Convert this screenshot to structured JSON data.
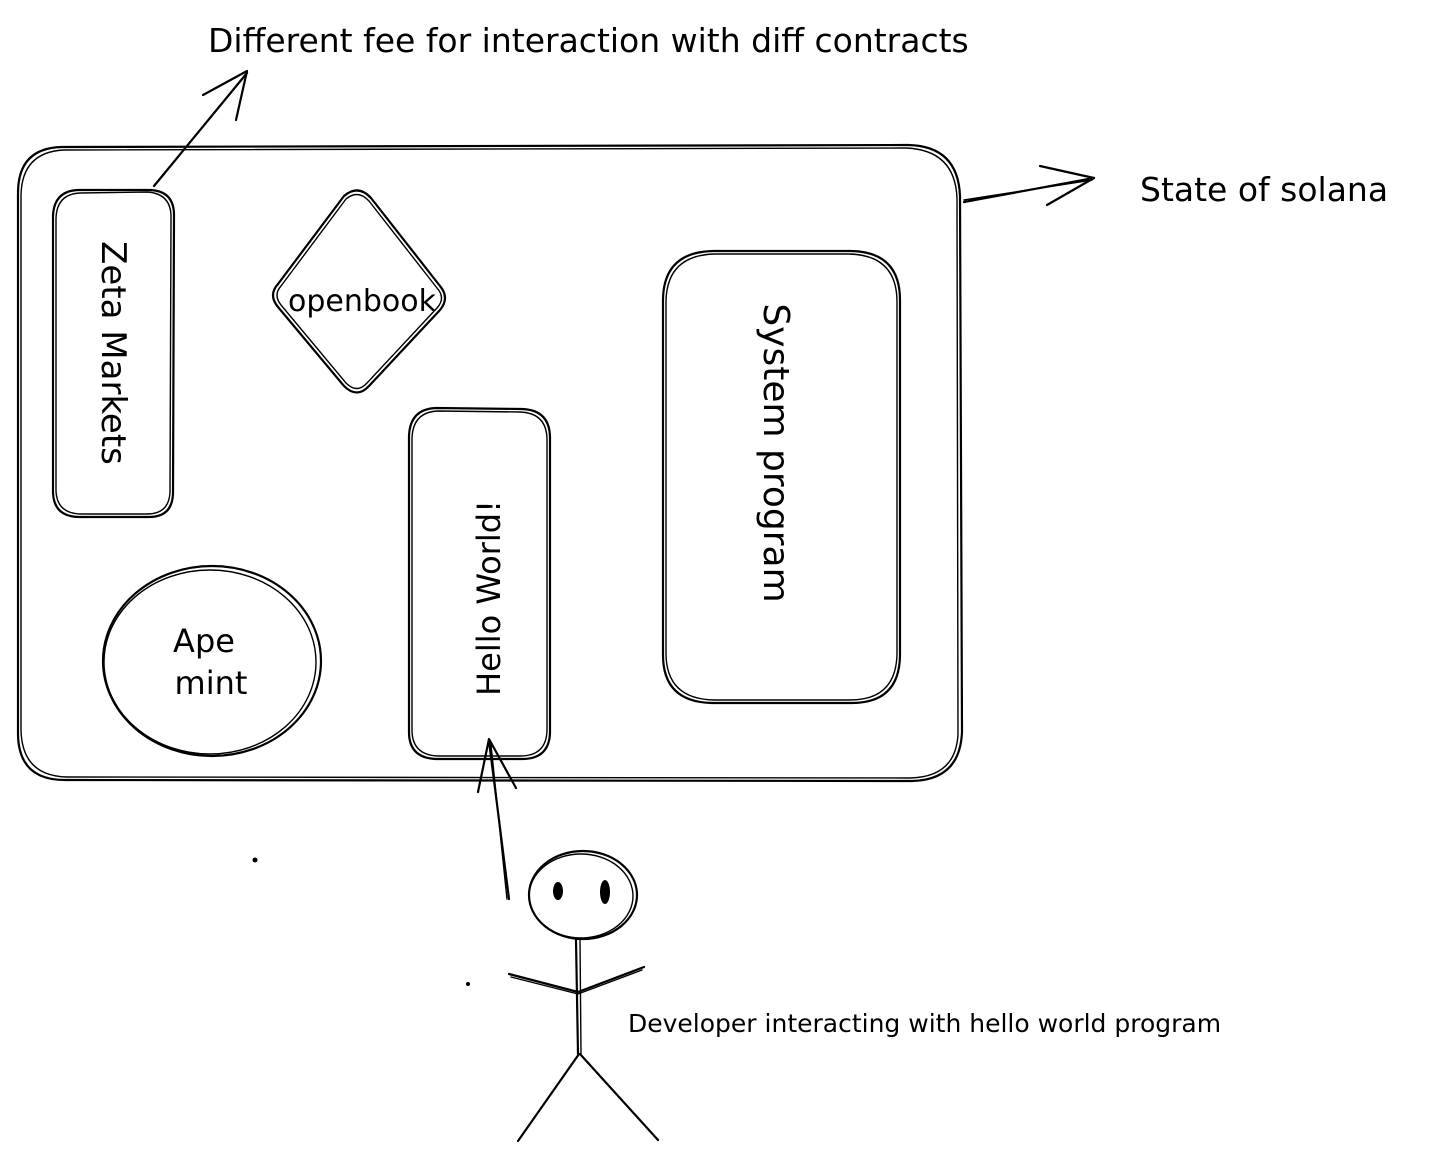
{
  "diagram": {
    "annotations": {
      "top_note": "Different fee for interaction with diff contracts",
      "state_label": "State of solana",
      "developer_note": "Developer interacting with hello world program"
    },
    "programs": {
      "zeta": "Zeta Markets",
      "openbook": "openbook",
      "hello_world": "Hello World!",
      "system_program": "System program",
      "ape_line1": "Ape",
      "ape_line2": "mint"
    },
    "colors": {
      "stroke": "#000000",
      "background": "#ffffff"
    }
  }
}
